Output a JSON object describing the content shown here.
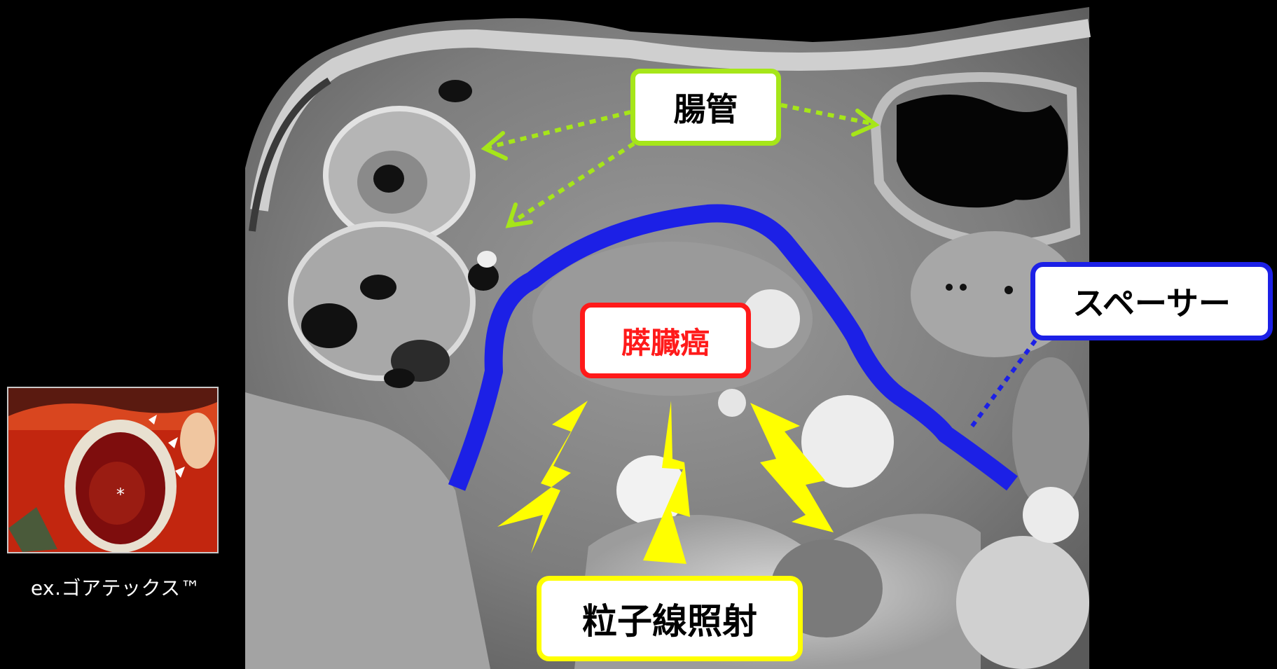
{
  "image_caption": "ex.ゴアテックス™",
  "labels": {
    "bowel": "腸管",
    "pancreatic_cancer": "膵臓癌",
    "spacer": "スペーサー",
    "particle_beam": "粒子線照射"
  },
  "colors": {
    "background": "#000000",
    "bowel_accent": "#a6e619",
    "cancer_accent": "#ff1a1a",
    "spacer_accent": "#1c20e6",
    "particle_accent": "#ffff00"
  }
}
